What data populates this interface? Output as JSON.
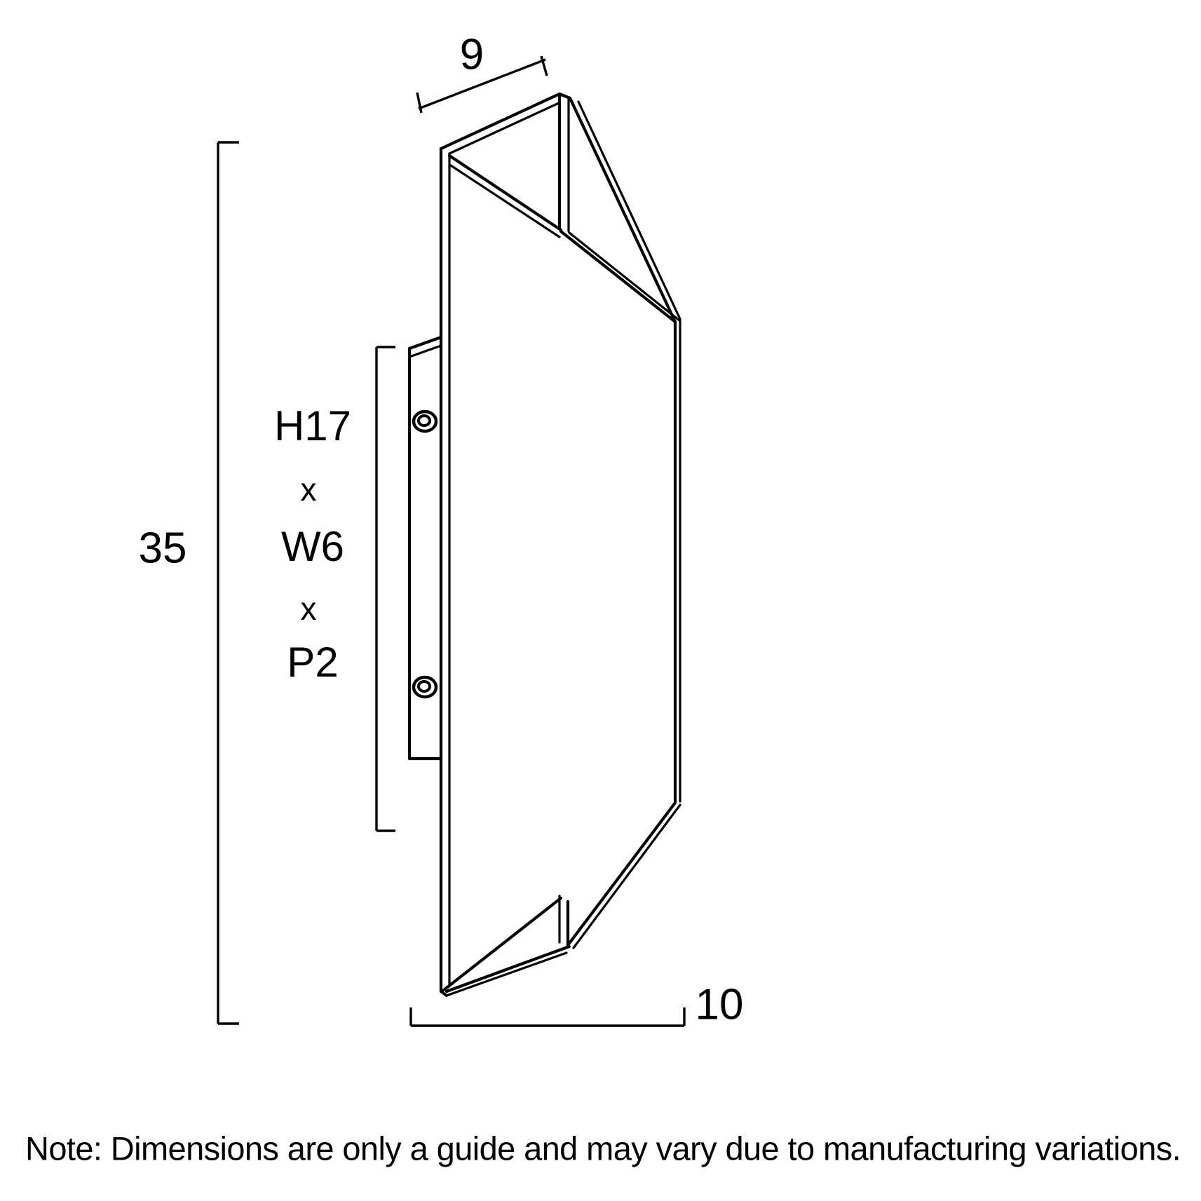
{
  "drawing": {
    "title": "Wall sconce dimension drawing",
    "background_color": "#ffffff",
    "line_color": "#000000",
    "dimensions": {
      "top_width": "9",
      "overall_height": "35",
      "bottom_depth": "10"
    },
    "spec_block": {
      "height_label": "H17",
      "separator_1": "x",
      "width_label": "W6",
      "separator_2": "x",
      "projection_label": "P2"
    },
    "note": "Note: Dimensions are only a guide and may vary due to manufacturing variations.",
    "icons": {
      "mounting_hole_upper": "screw-hole-icon",
      "mounting_hole_lower": "screw-hole-icon"
    }
  }
}
